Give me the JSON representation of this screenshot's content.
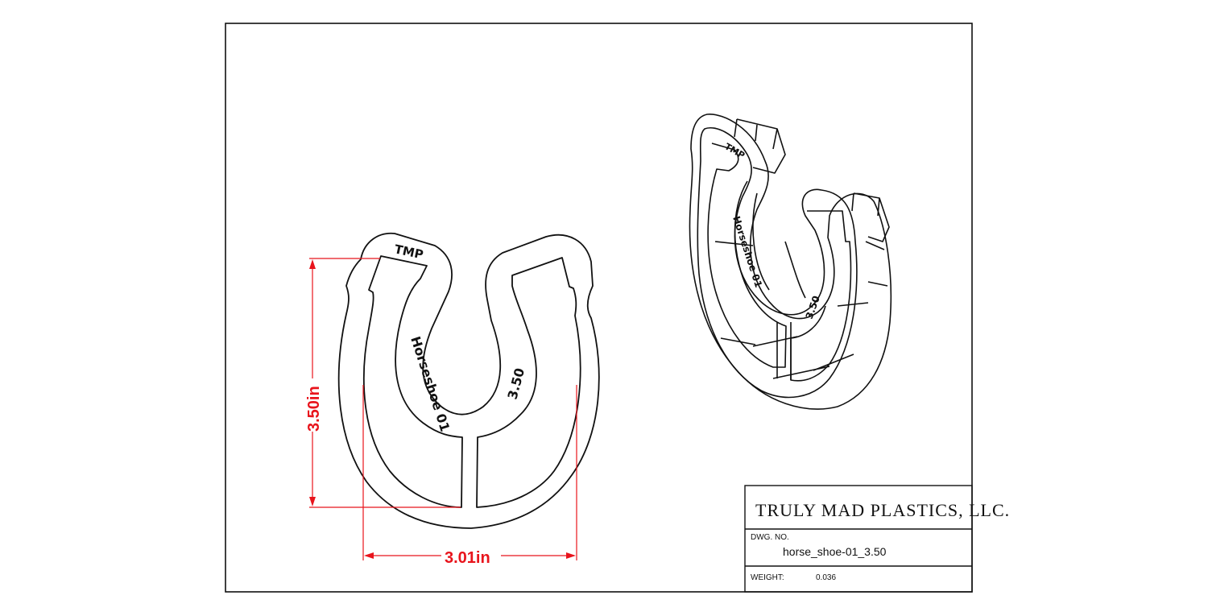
{
  "part_labels": {
    "maker": "TMP",
    "name": "Horseshoe 01",
    "size": "3.50"
  },
  "dimensions": {
    "height": "3.50in",
    "width": "3.01in"
  },
  "title_block": {
    "company": "TRULY MAD PLASTICS, LLC.",
    "dwg_no_label": "DWG.  NO.",
    "dwg_no_value": "horse_shoe-01_3.50",
    "weight_label": "WEIGHT:",
    "weight_value": "0.036"
  },
  "colors": {
    "line": "#111111",
    "dimension": "#e8141c",
    "background": "#ffffff"
  }
}
